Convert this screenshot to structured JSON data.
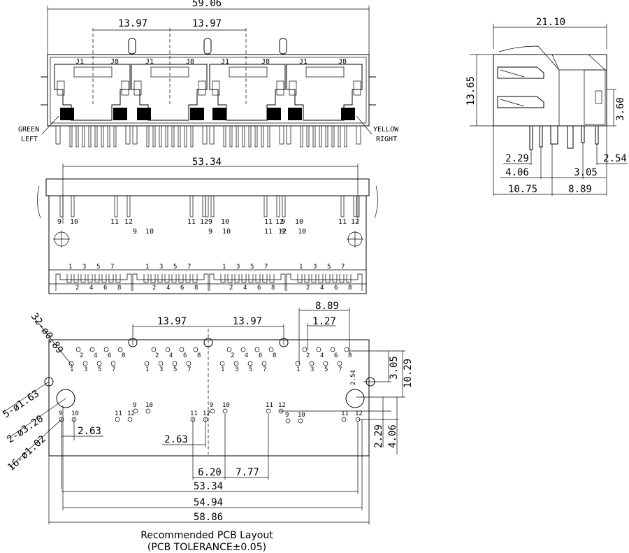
{
  "front_view": {
    "overall_width": "59.06",
    "pitch_left": "13.97",
    "pitch_right": "13.97",
    "port_pin_labels": [
      "J1",
      "J8",
      "J1",
      "J8",
      "J1",
      "J8",
      "J1",
      "J8"
    ],
    "led_left": [
      "GREEN",
      "LEFT"
    ],
    "led_right": [
      "YELLOW",
      "RIGHT"
    ]
  },
  "side_view": {
    "depth": "21.10",
    "height": "13.65",
    "led_height": "3.60",
    "d_2_29": "2.29",
    "d_4_06": "4.06",
    "d_10_75": "10.75",
    "d_2_54": "2.54",
    "d_3_05": "3.05",
    "d_8_89": "8.89"
  },
  "bottom_view": {
    "span": "53.34",
    "pin_labels_top": [
      "9",
      "10",
      "11",
      "12",
      "11",
      "12",
      "9",
      "10",
      "11",
      "12",
      "9",
      "10",
      "11",
      "12"
    ],
    "pin_labels_bottom": [
      "9",
      "10",
      "11",
      "12",
      "9",
      "10",
      "11",
      "12",
      "9",
      "10"
    ],
    "jack_pins_odd": [
      "1",
      "3",
      "5",
      "7"
    ],
    "jack_pins_even": [
      "2",
      "4",
      "6",
      "8"
    ]
  },
  "pcb_layout": {
    "pitch_left": "13.97",
    "pitch_right": "13.97",
    "d_8_89": "8.89",
    "d_1_27": "1.27",
    "d_3_05": "3.05",
    "d_10_29": "10.29",
    "d_2_54": "2.54",
    "d_2_29": "2.29",
    "d_4_06": "4.06",
    "d_2_63_a": "2.63",
    "d_2_63_b": "2.63",
    "d_6_20": "6.20",
    "d_7_77": "7.77",
    "d_53_34": "53.34",
    "d_54_94": "54.94",
    "d_58_86": "58.86",
    "hole_32": "32-ø0.89",
    "hole_5": "5-ø1.63",
    "hole_2": "2-ø3.20",
    "hole_16": "16-ø1.02",
    "caption_line1": "Recommended PCB Layout",
    "caption_line2": "(PCB TOLERANCE±0.05)"
  }
}
